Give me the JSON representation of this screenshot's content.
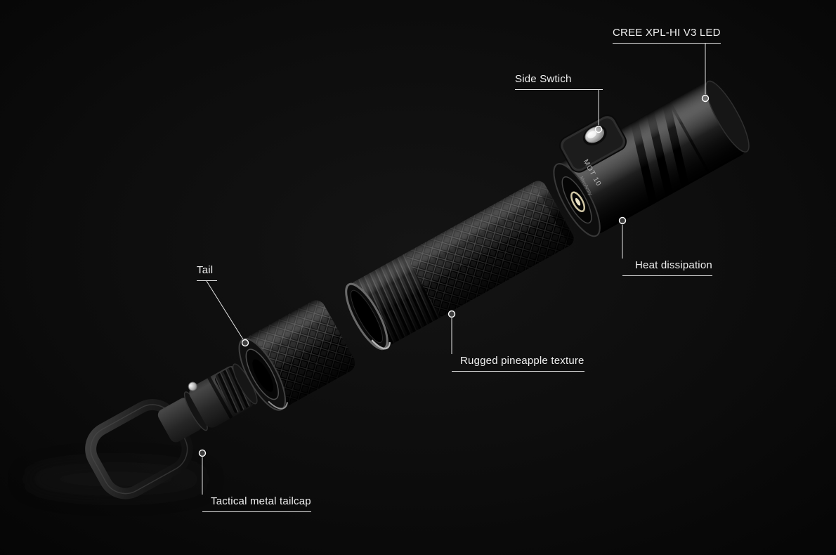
{
  "meta": {
    "type": "product-annotation-diagram",
    "subject": "Tactical flashlight exploded view"
  },
  "colors": {
    "background": "#0a0a0a",
    "label_text": "#f0f0f0",
    "leader_line": "#e6e6e6",
    "accent_silver": "#c9c9c9"
  },
  "product": {
    "markings": {
      "model": "MOT 10",
      "brand": "MecArmy"
    }
  },
  "callouts": [
    {
      "id": "led",
      "label": "CREE XPL-HI V3 LED"
    },
    {
      "id": "side-switch",
      "label": "Side Swtich"
    },
    {
      "id": "heat",
      "label": "Heat dissipation"
    },
    {
      "id": "texture",
      "label": "Rugged pineapple texture"
    },
    {
      "id": "tail",
      "label": "Tail"
    },
    {
      "id": "tailcap",
      "label": "Tactical metal tailcap"
    }
  ]
}
